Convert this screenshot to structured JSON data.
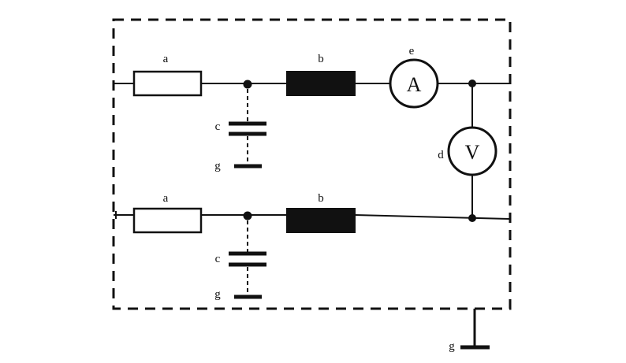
{
  "labels": {
    "top_resistor": "a",
    "top_inductor": "b",
    "top_capacitor": "c",
    "top_ground": "g",
    "ammeter": "e",
    "voltmeter": "d",
    "bottom_resistor": "a",
    "bottom_inductor": "b",
    "bottom_capacitor": "c",
    "bottom_ground": "g",
    "outer_ground": "g"
  },
  "meters": {
    "ammeter_symbol": "A",
    "voltmeter_symbol": "V"
  }
}
